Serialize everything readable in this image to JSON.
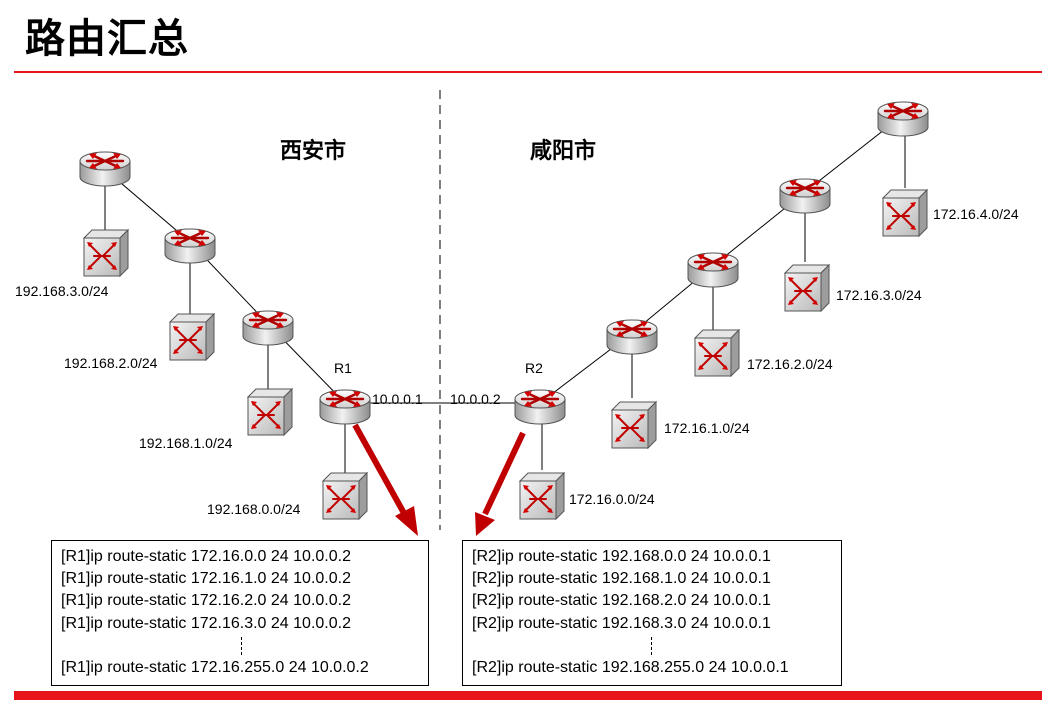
{
  "title": "路由汇总",
  "colors": {
    "accent": "#e8141c",
    "arrow": "#c00000",
    "line": "#000000",
    "device_body": "#d9d9d9",
    "device_arrow": "#cc0000"
  },
  "regions": {
    "left": "西安市",
    "right": "咸阳市"
  },
  "routers": {
    "r1": {
      "name": "R1",
      "interface_ip": "10.0.0.1"
    },
    "r2": {
      "name": "R2",
      "interface_ip": "10.0.0.2"
    }
  },
  "networks": {
    "left": [
      "192.168.3.0/24",
      "192.168.2.0/24",
      "192.168.1.0/24",
      "192.168.0.0/24"
    ],
    "right": [
      "172.16.0.0/24",
      "172.16.1.0/24",
      "172.16.2.0/24",
      "172.16.3.0/24",
      "172.16.4.0/24"
    ]
  },
  "config_r1": {
    "lines": [
      "[R1]ip route-static 172.16.0.0 24 10.0.0.2",
      "[R1]ip route-static 172.16.1.0 24 10.0.0.2",
      "[R1]ip route-static 172.16.2.0 24 10.0.0.2",
      "[R1]ip route-static 172.16.3.0 24 10.0.0.2"
    ],
    "last_line": "[R1]ip route-static 172.16.255.0 24 10.0.0.2"
  },
  "config_r2": {
    "lines": [
      "[R2]ip route-static 192.168.0.0 24 10.0.0.1",
      "[R2]ip route-static 192.168.1.0 24 10.0.0.1",
      "[R2]ip route-static 192.168.2.0 24 10.0.0.1",
      "[R2]ip route-static 192.168.3.0 24 10.0.0.1"
    ],
    "last_line": "[R2]ip route-static 192.168.255.0 24 10.0.0.1"
  }
}
